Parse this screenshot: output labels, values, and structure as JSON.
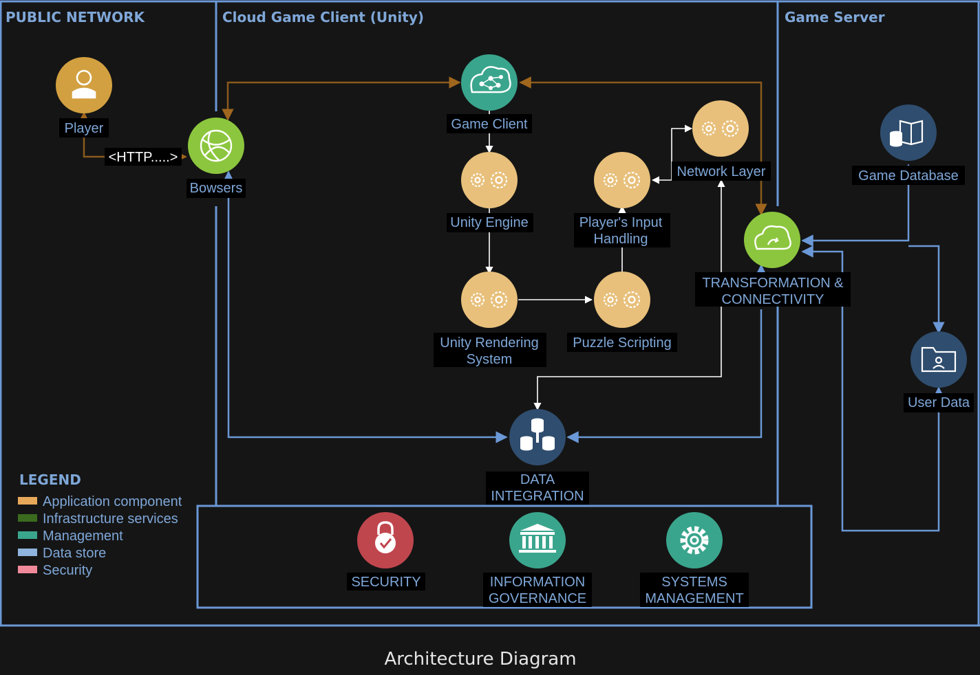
{
  "zones": {
    "public_network": "PUBLIC NETWORK",
    "cloud_client": "Cloud Game Client (Unity)",
    "game_server": "Game Server"
  },
  "nodes": {
    "player": "Player",
    "browsers": "Bowsers",
    "http_link": "<HTTP.....>",
    "game_client": "Game Client",
    "unity_engine": "Unity Engine",
    "unity_rendering": [
      "Unity Rendering",
      "System"
    ],
    "puzzle_scripting": "Puzzle Scripting",
    "input_handling": [
      "Player's Input",
      "Handling"
    ],
    "network_layer": "Network Layer",
    "transformation": [
      "TRANSFORMATION &",
      "CONNECTIVITY"
    ],
    "data_integration": [
      "DATA",
      "INTEGRATION"
    ],
    "game_database": "Game Database",
    "user_data": "User Data",
    "security": "SECURITY",
    "info_governance": [
      "INFORMATION",
      "GOVERNANCE"
    ],
    "systems_management": [
      "SYSTEMS",
      "MANAGEMENT"
    ]
  },
  "legend": {
    "title": "LEGEND",
    "items": [
      {
        "label": "Application component",
        "color": "#e8a85a"
      },
      {
        "label": "Infrastructure services",
        "color": "#3b6b1f"
      },
      {
        "label": "Management",
        "color": "#3aa58d"
      },
      {
        "label": "Data store",
        "color": "#8fb4dd"
      },
      {
        "label": "Security",
        "color": "#f08a9a"
      }
    ]
  },
  "caption": "Architecture Diagram",
  "colors": {
    "app_component": "#e8c07b",
    "infrastructure": "#8cc63e",
    "management": "#3aa58d",
    "data_store": "#2f4d6e",
    "security": "#c0464e",
    "frame": "#6b98d6",
    "brown_link": "#8a5a1c"
  }
}
